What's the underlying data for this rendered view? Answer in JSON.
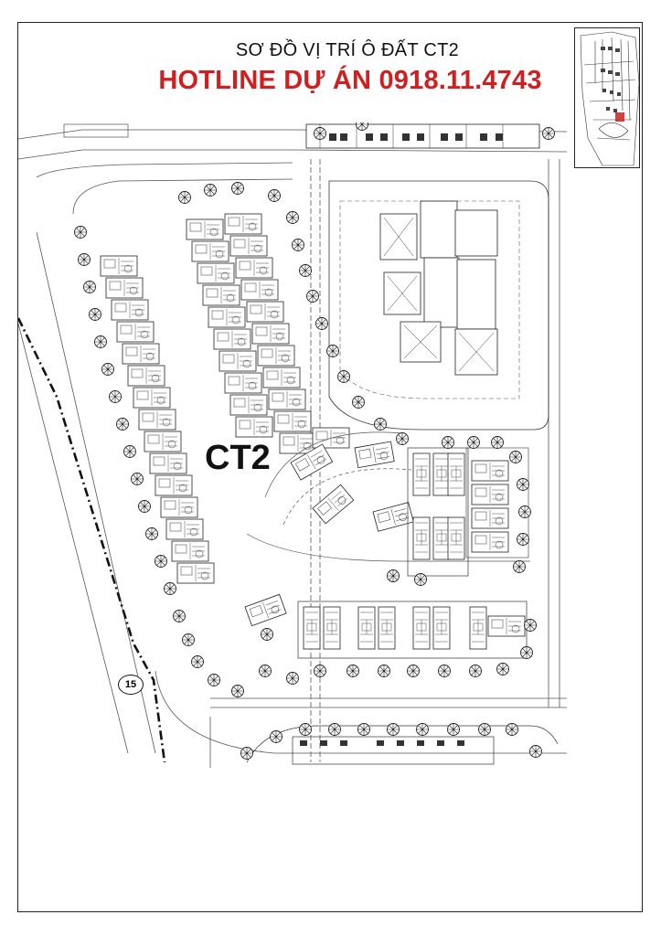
{
  "page": {
    "title": "SƠ ĐỒ VỊ TRÍ Ô ĐẤT CT2",
    "hotline": "HOTLINE DỰ ÁN 0918.11.4743"
  },
  "plan": {
    "lot_label": "CT2",
    "route_marker": "15"
  },
  "colors": {
    "hotline": "#d11f1f",
    "lines": "#333333",
    "keymap_highlight": "#d11f1f"
  },
  "icons": [
    "tree-icon",
    "route-marker-icon"
  ]
}
